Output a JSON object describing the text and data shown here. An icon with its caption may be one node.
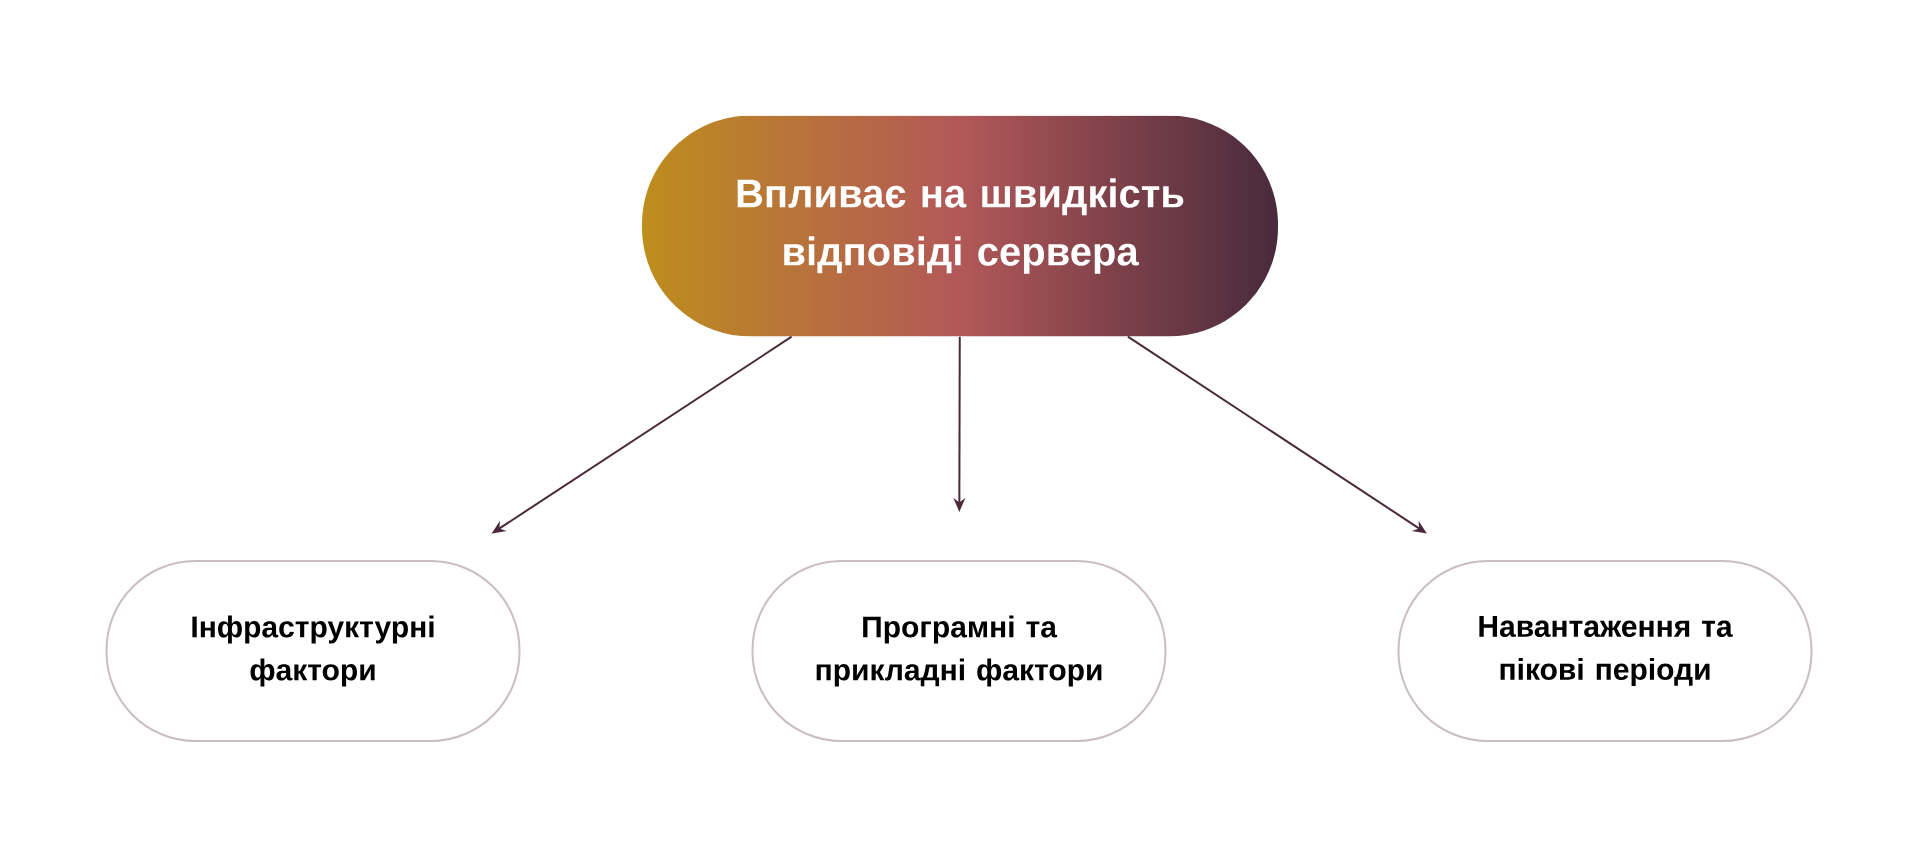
{
  "diagram": {
    "nodes": [
      {
        "text": [
          "Впливає на швидкість відповіді сервера"
        ]
      },
      {
        "text": [
          "Інфраструктурні фактори"
        ]
      },
      {
        "text": [
          "Програмні та прикладні фактори"
        ]
      },
      {
        "text": [
          "Навантаження та пікові періоди"
        ]
      }
    ],
    "edges": [
      {
        "from": 0,
        "to": 1,
        "arrow": "to"
      },
      {
        "from": 0,
        "to": 2,
        "arrow": "to"
      },
      {
        "from": 0,
        "to": 3,
        "arrow": "to"
      }
    ]
  }
}
